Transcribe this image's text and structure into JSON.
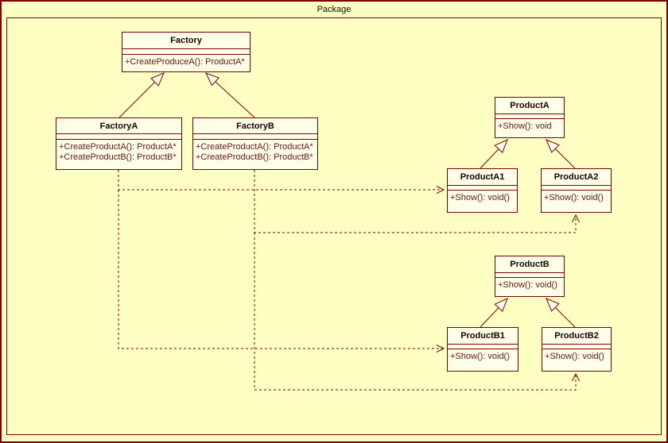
{
  "package": {
    "label": "Package"
  },
  "colors": {
    "background": "#FFFFC4",
    "box_fill": "#FFFFE9",
    "line": "#7B0000",
    "title_text": "#1A0000",
    "member_text": "#6B1414"
  },
  "classes": {
    "factory": {
      "title": "Factory",
      "members": [
        "+CreateProduceA(): ProductA*"
      ]
    },
    "factoryA": {
      "title": "FactoryA",
      "members": [
        "+CreateProductA(): ProductA*",
        "+CreateProductB(): ProductB*"
      ]
    },
    "factoryB": {
      "title": "FactoryB",
      "members": [
        "+CreateProductA(): ProductA*",
        "+CreateProductB(): ProductB*"
      ]
    },
    "productA": {
      "title": "ProductA",
      "members": [
        "+Show(): void"
      ]
    },
    "productA1": {
      "title": "ProductA1",
      "members": [
        "+Show(): void()"
      ]
    },
    "productA2": {
      "title": "ProductA2",
      "members": [
        "+Show(): void()"
      ]
    },
    "productB": {
      "title": "ProductB",
      "members": [
        "+Show(): void()"
      ]
    },
    "productB1": {
      "title": "ProductB1",
      "members": [
        "+Show(): void()"
      ]
    },
    "productB2": {
      "title": "ProductB2",
      "members": [
        "+Show(): void()"
      ]
    }
  },
  "relationships": [
    {
      "type": "generalization",
      "from": "FactoryA",
      "to": "Factory"
    },
    {
      "type": "generalization",
      "from": "FactoryB",
      "to": "Factory"
    },
    {
      "type": "generalization",
      "from": "ProductA1",
      "to": "ProductA"
    },
    {
      "type": "generalization",
      "from": "ProductA2",
      "to": "ProductA"
    },
    {
      "type": "generalization",
      "from": "ProductB1",
      "to": "ProductB"
    },
    {
      "type": "generalization",
      "from": "ProductB2",
      "to": "ProductB"
    },
    {
      "type": "dependency",
      "from": "FactoryA",
      "to": "ProductA1"
    },
    {
      "type": "dependency",
      "from": "FactoryA",
      "to": "ProductB1"
    },
    {
      "type": "dependency",
      "from": "FactoryB",
      "to": "ProductA2"
    },
    {
      "type": "dependency",
      "from": "FactoryB",
      "to": "ProductB2"
    }
  ]
}
